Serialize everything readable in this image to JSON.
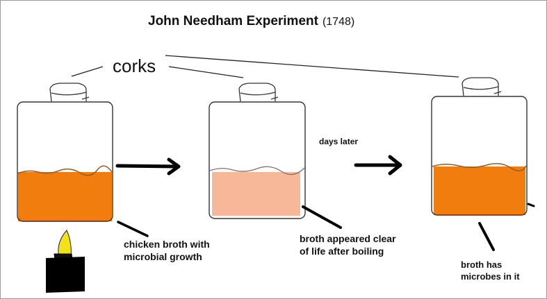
{
  "title": {
    "main": "John Needham Experiment",
    "year": "(1748)"
  },
  "labels": {
    "corks": "corks",
    "days_later": "days later",
    "caption_1": [
      "chicken broth with",
      "microbial growth"
    ],
    "caption_2": [
      "broth appeared clear",
      "of life after boiling"
    ],
    "caption_3": [
      "broth has",
      "microbes in it"
    ]
  },
  "colors": {
    "broth_cloudy": "#f07d0d",
    "broth_clear": "#f7b89a",
    "flask_outline": "#333333",
    "burner_body": "#000000",
    "flame": "#f2e21a"
  },
  "icons": [
    "cork-icon",
    "arrow-right-icon",
    "burner-icon",
    "flame-icon"
  ]
}
